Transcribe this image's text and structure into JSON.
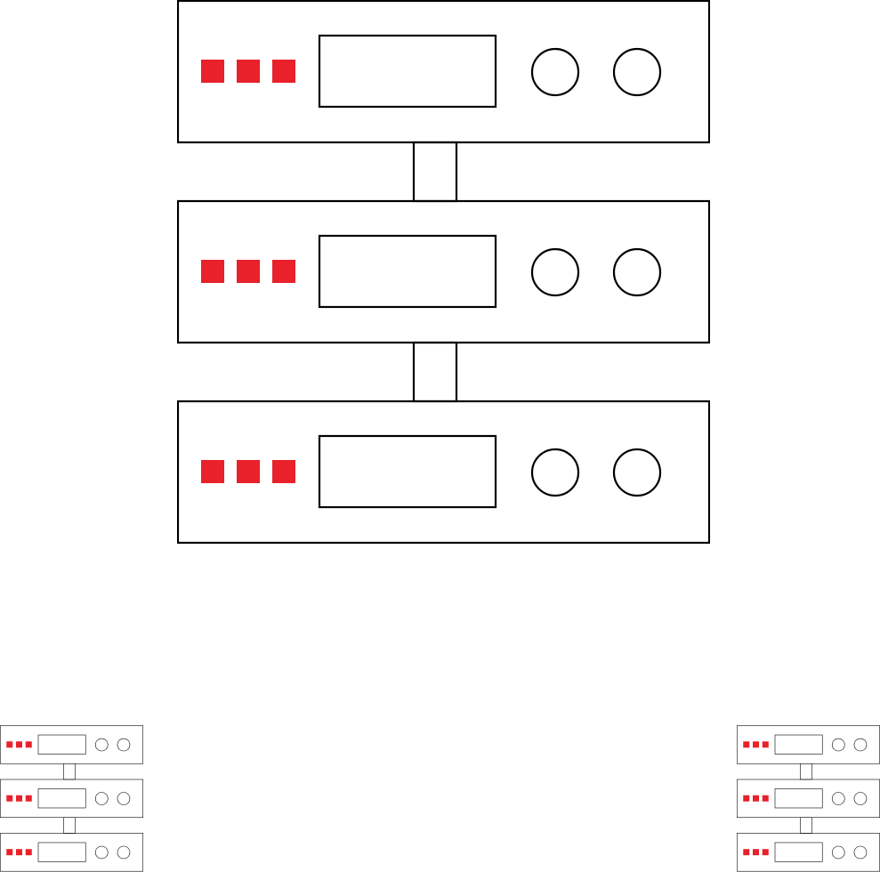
{
  "icon": {
    "name": "server-stack-icon",
    "unit_count": 3,
    "indicator_lights_per_unit": 3,
    "knobs_per_unit": 2
  },
  "thumbnails": [
    {
      "name": "thumbnail-left"
    },
    {
      "name": "thumbnail-right"
    }
  ],
  "colors": {
    "background": "#ffffff",
    "stroke": "#000000",
    "accent": "#e8212a"
  }
}
